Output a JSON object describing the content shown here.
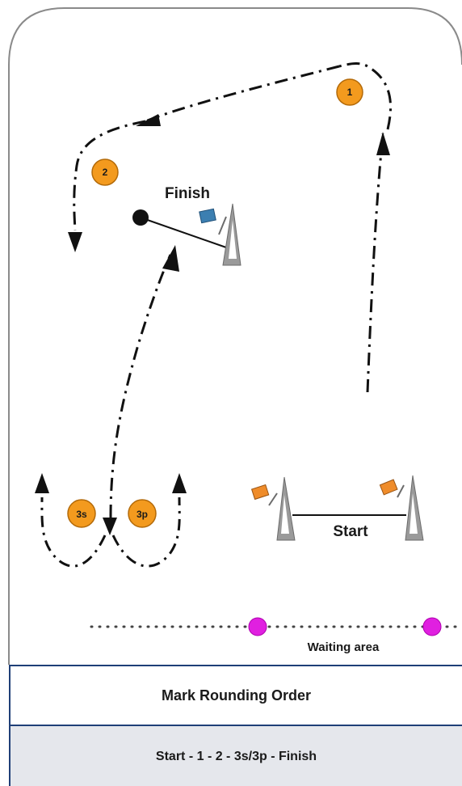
{
  "labels": {
    "finish": "Finish",
    "start": "Start",
    "waiting_area": "Waiting area"
  },
  "marks": {
    "mark_1": "1",
    "mark_2": "2",
    "mark_3s": "3s",
    "mark_3p": "3p"
  },
  "table": {
    "header": "Mark Rounding Order",
    "order": "Start - 1 - 2 - 3s/3p - Finish"
  },
  "colors": {
    "mark_fill": "#f39a1e",
    "start_flag": "#ef8c2a",
    "finish_flag": "#3c7fb1",
    "waiting_dot": "#e020e0",
    "table_border": "#1f3f77",
    "table_row_bg": "#e5e7ec"
  }
}
